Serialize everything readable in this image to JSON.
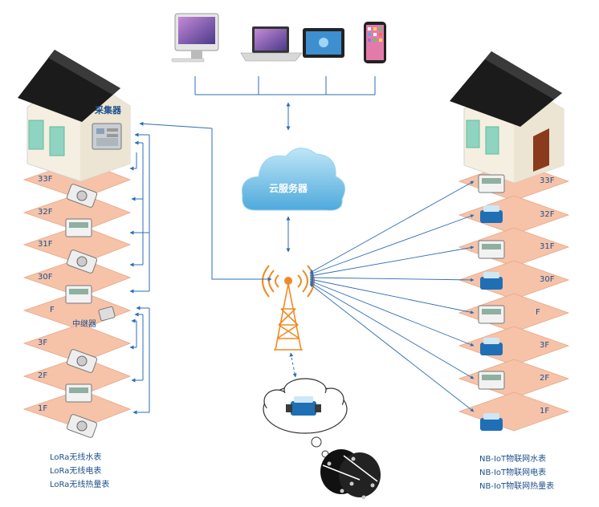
{
  "labels": {
    "collector": "采集器",
    "repeater": "中继器",
    "cloud": "云服务器"
  },
  "left_building": {
    "floors": [
      "33F",
      "32F",
      "31F",
      "30F",
      "F",
      "3F",
      "2F",
      "1F"
    ]
  },
  "right_building": {
    "floors": [
      "33F",
      "32F",
      "31F",
      "30F",
      "F",
      "3F",
      "2F",
      "1F"
    ]
  },
  "legend_left": [
    "LoRa无线水表",
    "LoRa无线电表",
    "LoRa无线热量表"
  ],
  "legend_right": [
    "NB-IoT物联网水表",
    "NB-IoT物联网电表",
    "NB-IoT物联网热量表"
  ],
  "colors": {
    "floor_fill": "#f6c3a8",
    "arrow": "#2e6db4",
    "roof": "#1b1b1b",
    "wall": "#f4efe1",
    "window": "#8fd3c1",
    "cloud": "#7ec8ea",
    "tower": "#f08a24"
  },
  "icons": [
    "imac-icon",
    "laptop-icon",
    "tablet-icon",
    "smartphone-icon",
    "cloud-icon",
    "cell-tower-icon",
    "water-meter-icon",
    "electric-meter-icon",
    "heat-meter-icon",
    "collector-icon",
    "repeater-icon"
  ]
}
